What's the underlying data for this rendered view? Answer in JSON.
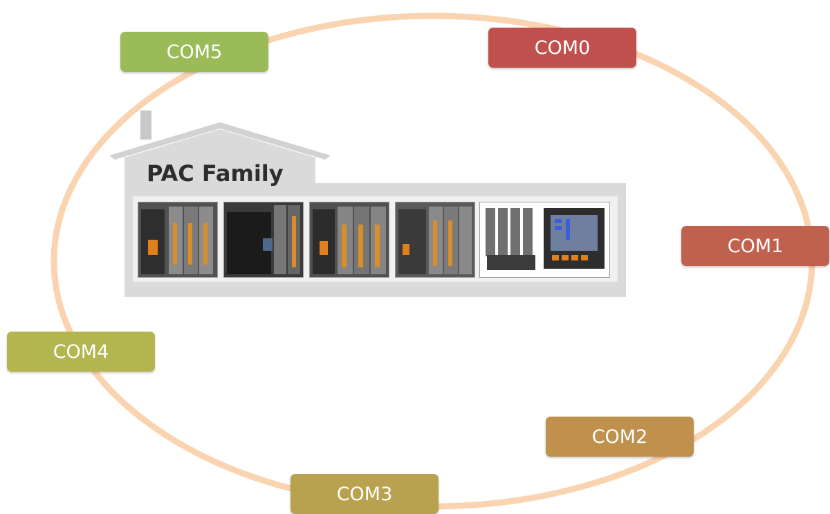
{
  "title": "PAC Family",
  "ports": [
    {
      "label": "COM0",
      "color": "#c0504d"
    },
    {
      "label": "COM1",
      "color": "#c0614d"
    },
    {
      "label": "COM2",
      "color": "#c0904d"
    },
    {
      "label": "COM3",
      "color": "#b9a24f"
    },
    {
      "label": "COM4",
      "color": "#b3b54f"
    },
    {
      "label": "COM5",
      "color": "#9bbb59"
    }
  ],
  "ring_color": "#fad4b0",
  "products": [
    {
      "icon": "pac-controller-small-icon"
    },
    {
      "icon": "pac-controller-black-icon"
    },
    {
      "icon": "pac-controller-rack-icon"
    },
    {
      "icon": "pac-controller-io-icon"
    },
    {
      "icon": "pac-touch-panel-icon"
    }
  ]
}
